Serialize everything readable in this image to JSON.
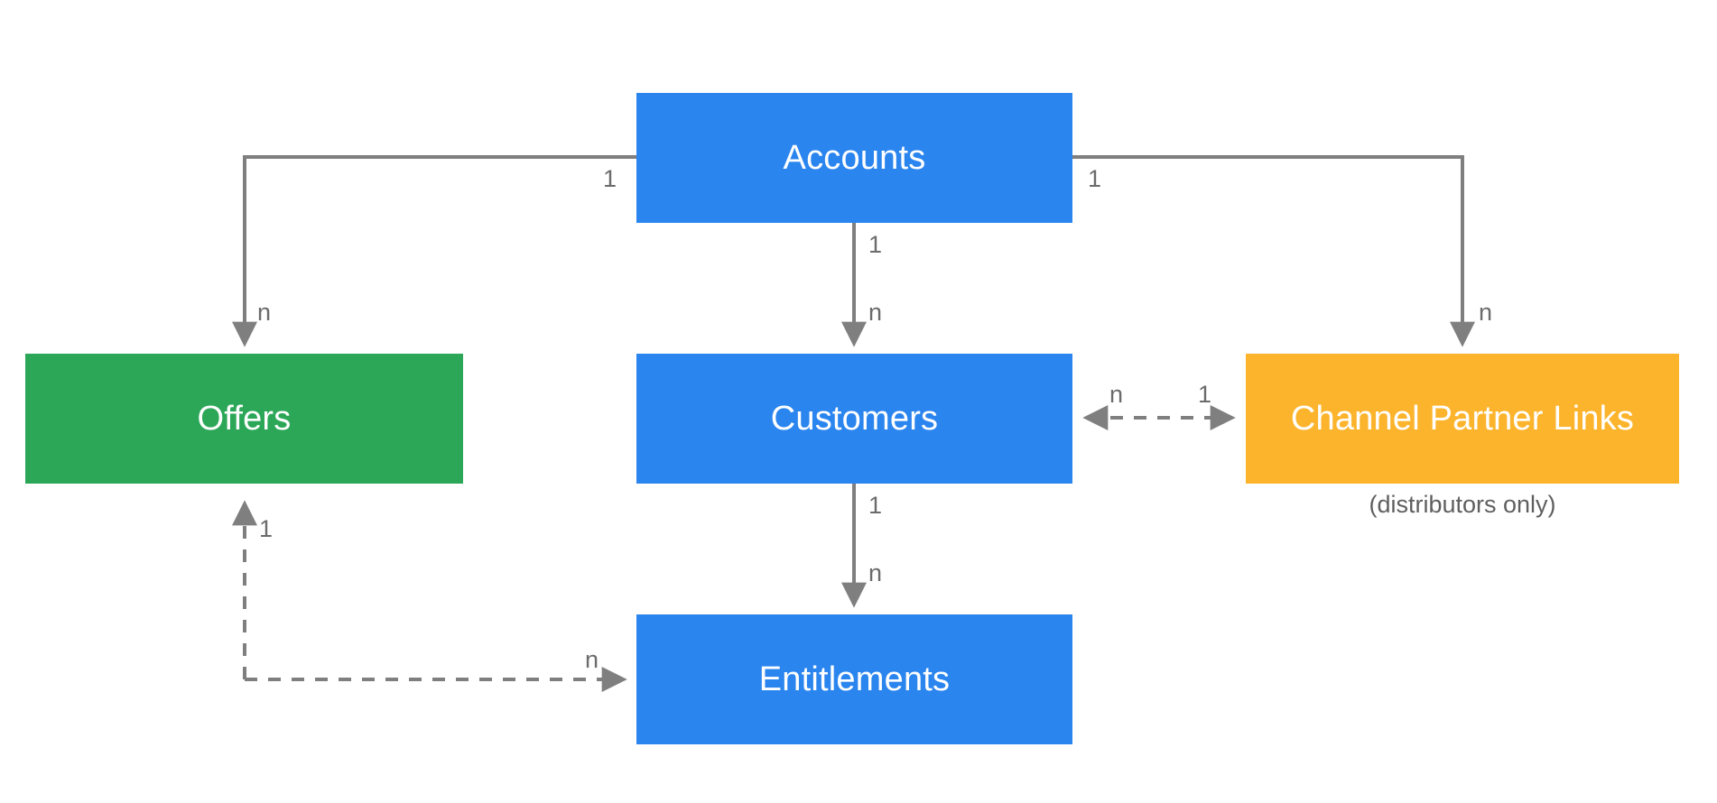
{
  "diagram": {
    "type": "entity-relationship",
    "background": "#ffffff",
    "line_color": "#7f7f7f",
    "label_color": "#6b6b6b",
    "nodes": [
      {
        "id": "accounts",
        "label": "Accounts",
        "color": "#2b85ef",
        "text_color": "#ffffff"
      },
      {
        "id": "offers",
        "label": "Offers",
        "color": "#2ba757",
        "text_color": "#ffffff"
      },
      {
        "id": "customers",
        "label": "Customers",
        "color": "#2b85ef",
        "text_color": "#ffffff"
      },
      {
        "id": "cpl",
        "label": "Channel Partner Links",
        "color": "#fcb42c",
        "text_color": "#ffffff"
      },
      {
        "id": "entitlements",
        "label": "Entitlements",
        "color": "#2b85ef",
        "text_color": "#ffffff"
      }
    ],
    "notes": [
      {
        "for": "cpl",
        "text": "(distributors only)"
      }
    ],
    "edges": [
      {
        "id": "accounts-offers",
        "from": "accounts",
        "to": "offers",
        "style": "solid",
        "from_label": "1",
        "to_label": "n"
      },
      {
        "id": "accounts-customers",
        "from": "accounts",
        "to": "customers",
        "style": "solid",
        "from_label": "1",
        "to_label": "n"
      },
      {
        "id": "accounts-cpl",
        "from": "accounts",
        "to": "cpl",
        "style": "solid",
        "from_label": "1",
        "to_label": "n"
      },
      {
        "id": "customers-entitlements",
        "from": "customers",
        "to": "entitlements",
        "style": "solid",
        "from_label": "1",
        "to_label": "n"
      },
      {
        "id": "customers-cpl",
        "from": "customers",
        "to": "cpl",
        "style": "dashed",
        "from_label": "n",
        "to_label": "1",
        "arrows": "both"
      },
      {
        "id": "offers-entitlements",
        "from": "offers",
        "to": "entitlements",
        "style": "dashed",
        "from_label": "1",
        "to_label": "n"
      }
    ],
    "labels": {
      "accounts_offers_one": "1",
      "accounts_offers_many": "n",
      "accounts_customers_one": "1",
      "accounts_customers_many": "n",
      "accounts_cpl_one": "1",
      "accounts_cpl_many": "n",
      "customers_entitlements_one": "1",
      "customers_entitlements_many": "n",
      "customers_cpl_many": "n",
      "customers_cpl_one": "1",
      "offers_entitlements_one": "1",
      "offers_entitlements_many": "n"
    }
  }
}
